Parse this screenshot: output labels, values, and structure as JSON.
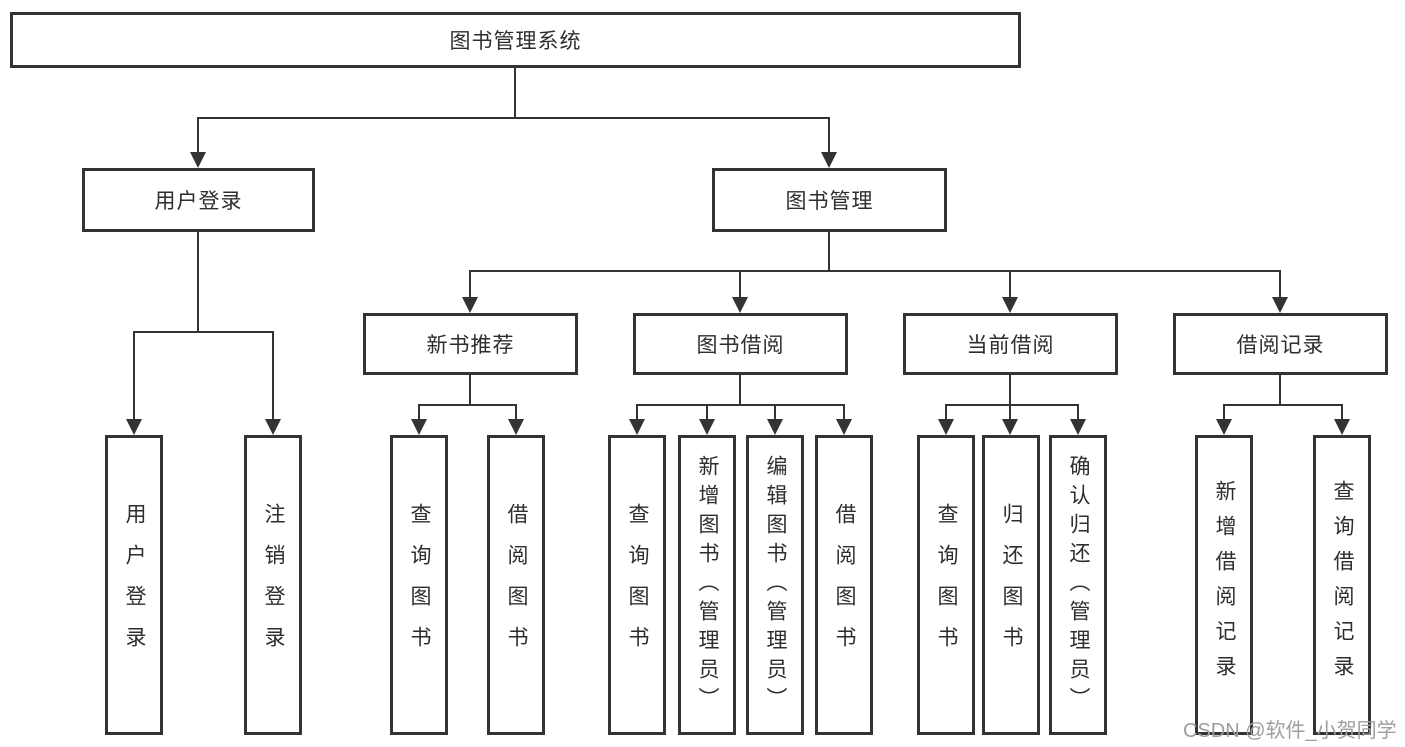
{
  "diagram": {
    "root": {
      "label": "图书管理系统"
    },
    "branches": [
      {
        "label": "用户登录",
        "children": [
          {
            "label": "用户登录"
          },
          {
            "label": "注销登录"
          }
        ]
      },
      {
        "label": "图书管理",
        "children": [
          {
            "label": "新书推荐",
            "children": [
              {
                "label": "查询图书"
              },
              {
                "label": "借阅图书"
              }
            ]
          },
          {
            "label": "图书借阅",
            "children": [
              {
                "label": "查询图书"
              },
              {
                "label": "新增图书（管理员）"
              },
              {
                "label": "编辑图书（管理员）"
              },
              {
                "label": "借阅图书"
              }
            ]
          },
          {
            "label": "当前借阅",
            "children": [
              {
                "label": "查询图书"
              },
              {
                "label": "归还图书"
              },
              {
                "label": "确认归还（管理员）"
              }
            ]
          },
          {
            "label": "借阅记录",
            "children": [
              {
                "label": "新增借阅记录"
              },
              {
                "label": "查询借阅记录"
              }
            ]
          }
        ]
      }
    ],
    "watermark": "CSDN @软件_小贺同学",
    "colors": {
      "line": "#333333",
      "watermark": "#9e9e9e"
    }
  }
}
